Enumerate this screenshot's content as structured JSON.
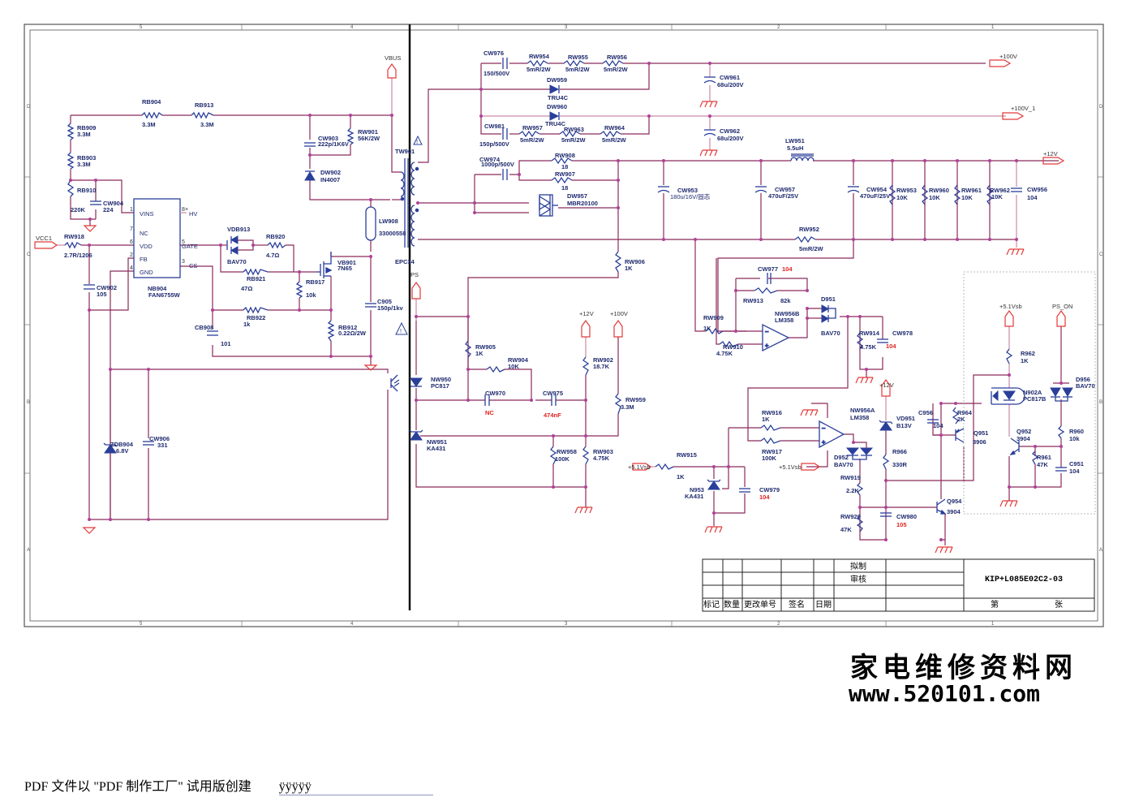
{
  "sheet": {
    "zones_top": [
      "5",
      "4",
      "3",
      "2",
      "1"
    ],
    "zones_side": [
      "D",
      "C",
      "B",
      "A"
    ]
  },
  "primary": {
    "vbus": "VBUS",
    "vcc1": "VCC1",
    "rb904": {
      "ref": "RB904",
      "val": "3.3M"
    },
    "rb913": {
      "ref": "RB913",
      "val": "3.3M"
    },
    "rb909": {
      "ref": "RB909",
      "val": "3.3M"
    },
    "rb903": {
      "ref": "RB903",
      "val": "3.3M"
    },
    "rb910": {
      "ref": "RB910",
      "val": "220K"
    },
    "cw904": {
      "ref": "CW904",
      "val": "224"
    },
    "cw903": {
      "ref": "CW903",
      "val": "222p/1K6V"
    },
    "rw901": {
      "ref": "RW901",
      "val": "56K/2W"
    },
    "dw902": {
      "ref": "DW902",
      "val": "IN4007"
    },
    "rw918": {
      "ref": "RW918",
      "val": "2.7R/1206"
    },
    "cw902": {
      "ref": "CW902",
      "val": "105"
    },
    "ic": {
      "ref": "NB904",
      "val": "FAN6755W",
      "pins_left": [
        "VINS",
        "NC",
        "VDD",
        "FB",
        "GND"
      ],
      "pins_right": [
        "HV",
        "GATE",
        "CS"
      ],
      "pinnums_left": [
        "1",
        "7",
        "6",
        "2",
        "4"
      ],
      "pinnums_right": [
        "8",
        "5",
        "3"
      ]
    },
    "vdb913": {
      "ref": "VDB913",
      "val": "BAV70"
    },
    "rb920": {
      "ref": "RB920",
      "val": "4.7Ω"
    },
    "rb921": {
      "ref": "RB921",
      "val": "47Ω"
    },
    "rb917": {
      "ref": "RB917",
      "val": "10k"
    },
    "vb901": {
      "ref": "VB901",
      "val": "7N65"
    },
    "rb922": {
      "ref": "RB922",
      "val": "1k"
    },
    "cb908": {
      "ref": "CB908",
      "val": "101"
    },
    "rb912": {
      "ref": "RB912",
      "val": "0.22Ω/2W"
    },
    "c905": {
      "ref": "C905",
      "val": "150p/1kv"
    },
    "lw908": {
      "ref": "LW908",
      "val": "33000558"
    },
    "tw901": {
      "ref": "TW901",
      "val": "EPC34"
    },
    "zdb904": {
      "ref": "ZDB904",
      "val": "6.8V"
    },
    "cw906": {
      "ref": "CW906",
      "val": "331"
    }
  },
  "secondary": {
    "cw976": {
      "ref": "CW976",
      "val": "150/500V"
    },
    "rw954": {
      "ref": "RW954",
      "val": "5mR/2W"
    },
    "rw955": {
      "ref": "RW955",
      "val": "5mR/2W"
    },
    "rw956": {
      "ref": "RW956",
      "val": "5mR/2W"
    },
    "dw959": {
      "ref": "DW959",
      "val": "TRU4C"
    },
    "dw960": {
      "ref": "DW960",
      "val": "TRU4C"
    },
    "cw981": {
      "ref": "CW981",
      "val": "150p/500V"
    },
    "rw957": {
      "ref": "RW957",
      "val": "5mR/2W"
    },
    "rw963": {
      "ref": "RW963",
      "val": "5mR/2W"
    },
    "rw964": {
      "ref": "RW964",
      "val": "5mR/2W"
    },
    "cw961": {
      "ref": "CW961",
      "val": "68u/200V"
    },
    "cw962": {
      "ref": "CW962",
      "val": "68u/200V"
    },
    "out100": "+100V",
    "out100_1": "+100V_1",
    "out12": "+12V",
    "cw974": {
      "ref": "CW974",
      "val": "1000p/500V"
    },
    "rw908": {
      "ref": "RW908",
      "val": "18"
    },
    "rw907": {
      "ref": "RW907",
      "val": "18"
    },
    "dw957": {
      "ref": "DW957",
      "val": "MBR20100"
    },
    "cw953": {
      "ref": "CW953",
      "val": "180u/16V/固态"
    },
    "lw951": {
      "ref": "LW951",
      "val": "5.5uH"
    },
    "cw957": {
      "ref": "CW957",
      "val": "470uF/25V"
    },
    "cw954": {
      "ref": "CW954",
      "val": "470uF/25V"
    },
    "rw953": {
      "ref": "RW953",
      "val": "10K"
    },
    "rw960": {
      "ref": "RW960",
      "val": "10K"
    },
    "rw961": {
      "ref": "RW961",
      "val": "10K"
    },
    "rw962": {
      "ref": "RW962",
      "val": "10K"
    },
    "cw956": {
      "ref": "CW956",
      "val": "104"
    },
    "rw952": {
      "ref": "RW952",
      "val": "5mR/2W"
    },
    "rw906": {
      "ref": "RW906",
      "val": "1K"
    }
  },
  "feedback": {
    "ps": "PS",
    "nw950": {
      "ref": "NW950",
      "val": "PC817"
    },
    "nw951": {
      "ref": "NW951",
      "val": "KA431"
    },
    "rw905": {
      "ref": "RW905",
      "val": "1K"
    },
    "rw904": {
      "ref": "RW904",
      "val": "10K"
    },
    "cw970": {
      "ref": "CW970",
      "val": "NC"
    },
    "cw975": {
      "ref": "CW975",
      "val": "474nF"
    },
    "p12": "+12V",
    "p100": "+100V",
    "rw902": {
      "ref": "RW902",
      "val": "18.7K"
    },
    "rw959": {
      "ref": "RW959",
      "val": "3.3M"
    },
    "rw958": {
      "ref": "RW958",
      "val": "100K"
    },
    "rw903": {
      "ref": "RW903",
      "val": "4.75K"
    }
  },
  "protection": {
    "cw977": {
      "ref": "CW977",
      "val": "104"
    },
    "rw913": {
      "ref": "RW913",
      "val": "82k"
    },
    "rw909": {
      "ref": "RW909",
      "val": "1K"
    },
    "rw910": {
      "ref": "RW910",
      "val": "4.75K"
    },
    "nw956b": {
      "ref": "NW956B",
      "val": "LM358"
    },
    "d951": {
      "ref": "D951",
      "val": "BAV70"
    },
    "rw914": {
      "ref": "RW914",
      "val": "4.75K"
    },
    "cw978": {
      "ref": "CW978",
      "val": "104"
    },
    "rw916": {
      "ref": "RW916",
      "val": "1K"
    },
    "rw917": {
      "ref": "RW917",
      "val": "100K"
    },
    "nw956a": {
      "ref": "NW956A",
      "val": "LM358"
    },
    "vsb": "+5.1Vsb",
    "rw915": {
      "ref": "RW915",
      "val": "1K"
    },
    "n953": {
      "ref": "N953",
      "val": "KA431"
    },
    "cw979": {
      "ref": "CW979",
      "val": "104"
    },
    "d952": {
      "ref": "D952",
      "val": "BAV70"
    },
    "rw919": {
      "ref": "RW919",
      "val": "2.2K"
    },
    "rw920": {
      "ref": "RW920",
      "val": "47K"
    },
    "p12": "+12V",
    "vd951": {
      "ref": "VD951",
      "val": "B13V"
    },
    "r966": {
      "ref": "R966",
      "val": "330R"
    },
    "cw980": {
      "ref": "CW980",
      "val": "105"
    },
    "q954": {
      "ref": "Q954",
      "val": "3904"
    },
    "c956": {
      "ref": "C956",
      "val": "104"
    },
    "r964": {
      "ref": "R964",
      "val": "2K"
    },
    "q951": {
      "ref": "Q951",
      "val": "3906"
    }
  },
  "standby": {
    "vsb": "+5.1Vsb",
    "ps_on": "PS_ON",
    "r962": {
      "ref": "R962",
      "val": "1K"
    },
    "n902a": {
      "ref": "N902A",
      "val": "PC817B"
    },
    "d956": {
      "ref": "D956",
      "val": "BAV70"
    },
    "q952": {
      "ref": "Q952",
      "val": "3904"
    },
    "r960": {
      "ref": "R960",
      "val": "10k"
    },
    "r961": {
      "ref": "R961",
      "val": "47K"
    },
    "c951": {
      "ref": "C951",
      "val": "104"
    }
  },
  "title_block": {
    "drawn": "拟制",
    "checked": "审核",
    "col_mark": "标记",
    "col_qty": "数量",
    "col_change": "更改单号",
    "col_sign": "签名",
    "col_date": "日期",
    "drawing_no": "KIP+L085E02C2-03",
    "sheet_prefix": "第",
    "sheet_suffix": "张"
  },
  "watermark": {
    "cn": "家电维修资料网",
    "url": "www.520101.com"
  },
  "footer": {
    "text": "PDF 文件以 \"PDF 制作工厂\" 试用版创建",
    "link": "ÿÿÿÿÿ"
  }
}
